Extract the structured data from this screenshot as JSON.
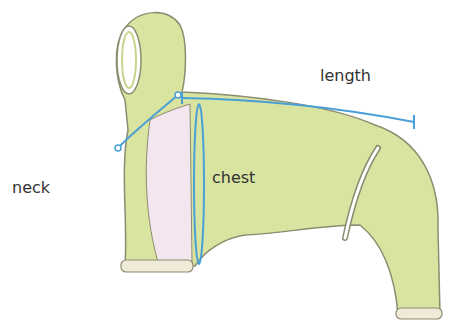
{
  "diagram": {
    "labels": [
      "neck",
      "chest",
      "length"
    ]
  }
}
